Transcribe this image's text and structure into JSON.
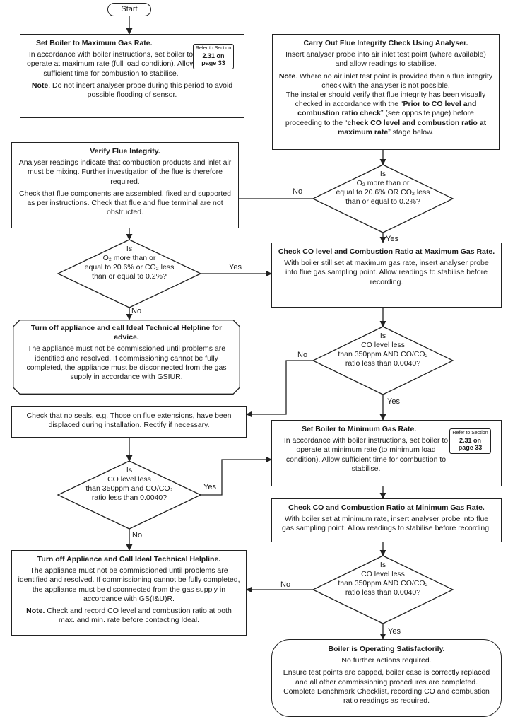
{
  "start": "Start",
  "refs": {
    "r1": {
      "line1": "Refer to Section",
      "num": "2.31 on",
      "line3": "page 33"
    },
    "r2": {
      "line1": "Refer to Section",
      "num": "2.31 on",
      "line3": "page 33"
    }
  },
  "boxes": {
    "max_rate": {
      "title": "Set Boiler to Maximum Gas Rate.",
      "p1": "In accordance with boiler instructions, set boiler to operate at maximum rate (full load condition).  Allow sufficient time for combustion to stabilise.",
      "note_label": "Note",
      "note": ". Do not insert analyser probe during this period to avoid possible flooding of sensor."
    },
    "flue_check": {
      "title": "Carry Out Flue Integrity Check Using Analyser.",
      "p1": "Insert analyser probe into air inlet test point (where available) and allow readings to stabilise.",
      "note_label": "Note",
      "note": ". Where no air inlet test point is provided then a flue integrity check with the analyser is not possible.",
      "p3a": "The installer should verify that flue integrity has been visually checked in accordance with the “",
      "p3b": "Prior to CO level and combustion ratio check",
      "p3c": "” (see opposite page) before proceeding to the  “",
      "p3d": "check CO level and combustion ratio at maximum rate",
      "p3e": "” stage below."
    },
    "verify": {
      "title": "Verify Flue Integrity.",
      "p1": "Analyser readings indicate that combustion products and inlet air must be mixing. Further investigation of the flue is therefore required.",
      "p2": "Check that flue components are assembled, fixed and supported as per instructions. Check that flue and flue terminal are not obstructed."
    },
    "co_max": {
      "title": "Check CO level and Combustion Ratio at Maximum Gas Rate.",
      "p1": "With boiler still set at maximum gas rate, insert analyser probe into flue gas sampling point.  Allow readings to stabilise before recording."
    },
    "turnoff1": {
      "title": "Turn off appliance and call Ideal Technical Helpline for advice.",
      "p1": "The appliance must not be commissioned until problems are identified and resolved.  If commissioning cannot be fully completed, the appliance must be disconnected from the gas supply in accordance with GSIUR."
    },
    "seals": {
      "p1": "Check that no seals, e.g. Those on flue extensions, have been displaced during installation.  Rectify if necessary."
    },
    "min_rate": {
      "title": "Set Boiler to Minimum Gas Rate.",
      "p1": "In accordance with boiler instructions, set boiler to operate at minimum rate (to minimum load condition).  Allow sufficient time for combustion to stabilise."
    },
    "co_min": {
      "title": "Check CO and Combustion Ratio at Minimum Gas Rate.",
      "p1": "With boiler set at minimum rate, insert analyser probe into flue gas sampling point.  Allow readings to stabilise before recording."
    },
    "turnoff2": {
      "title": "Turn off Appliance and Call Ideal Technical Helpline.",
      "p1": "The appliance must not be commissioned until problems are identified and resolved.  If commissioning cannot be fully completed, the appliance must be disconnected from the gas supply in accordance with GS(I&U)R.",
      "note_label": "Note.",
      "note": " Check and record CO level and combustion ratio at both max. and min. rate before contacting Ideal."
    },
    "ok": {
      "title": "Boiler is Operating Satisfactorily.",
      "p1": "No further actions required.",
      "p2": "Ensure test points are capped, boiler case is correctly replaced and all other commissioning procedures are completed. Complete Benchmark Checklist, recording CO and combustion ratio readings as required."
    }
  },
  "decisions": {
    "d1": {
      "is": "Is",
      "l1": "O₂ more than or",
      "l2": "equal to 20.6% OR CO₂ less",
      "l3": "than or equal to 0.2%?"
    },
    "d2": {
      "is": "Is",
      "l1": "O₂ more than or",
      "l2": "equal to 20.6% or CO₂ less",
      "l3": "than or equal to 0.2%?"
    },
    "d3": {
      "is": "Is",
      "l1": "CO level less",
      "l2": "than 350ppm AND CO/CO₂",
      "l3": "ratio less than 0.0040?"
    },
    "d4": {
      "is": "Is",
      "l1": "CO level less",
      "l2": "than 350ppm and CO/CO₂",
      "l3": "ratio less than 0.0040?"
    },
    "d5": {
      "is": "Is",
      "l1": "CO level less",
      "l2": "than 350ppm AND CO/CO₂",
      "l3": "ratio less than 0.0040?"
    }
  },
  "labels": {
    "yes": "Yes",
    "no": "No"
  }
}
